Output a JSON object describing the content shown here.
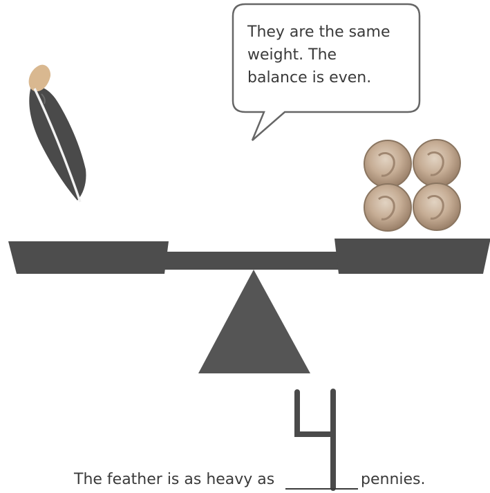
{
  "speech_bubble": {
    "lines": [
      "They are the same",
      "weight.  The",
      "balance is even."
    ]
  },
  "answer_blank": {
    "prefix": "The feather is as heavy as",
    "value": "4",
    "suffix": "pennies."
  },
  "scale": {
    "left_pan_item": "feather",
    "right_pan_items": [
      "penny",
      "penny",
      "penny",
      "penny"
    ],
    "state": "balanced"
  },
  "colors": {
    "beam": "#4d4d4d",
    "fulcrum": "#555555",
    "feather": "#4a4a4a",
    "penny": "#b09a82",
    "text": "#3a3a3a"
  }
}
